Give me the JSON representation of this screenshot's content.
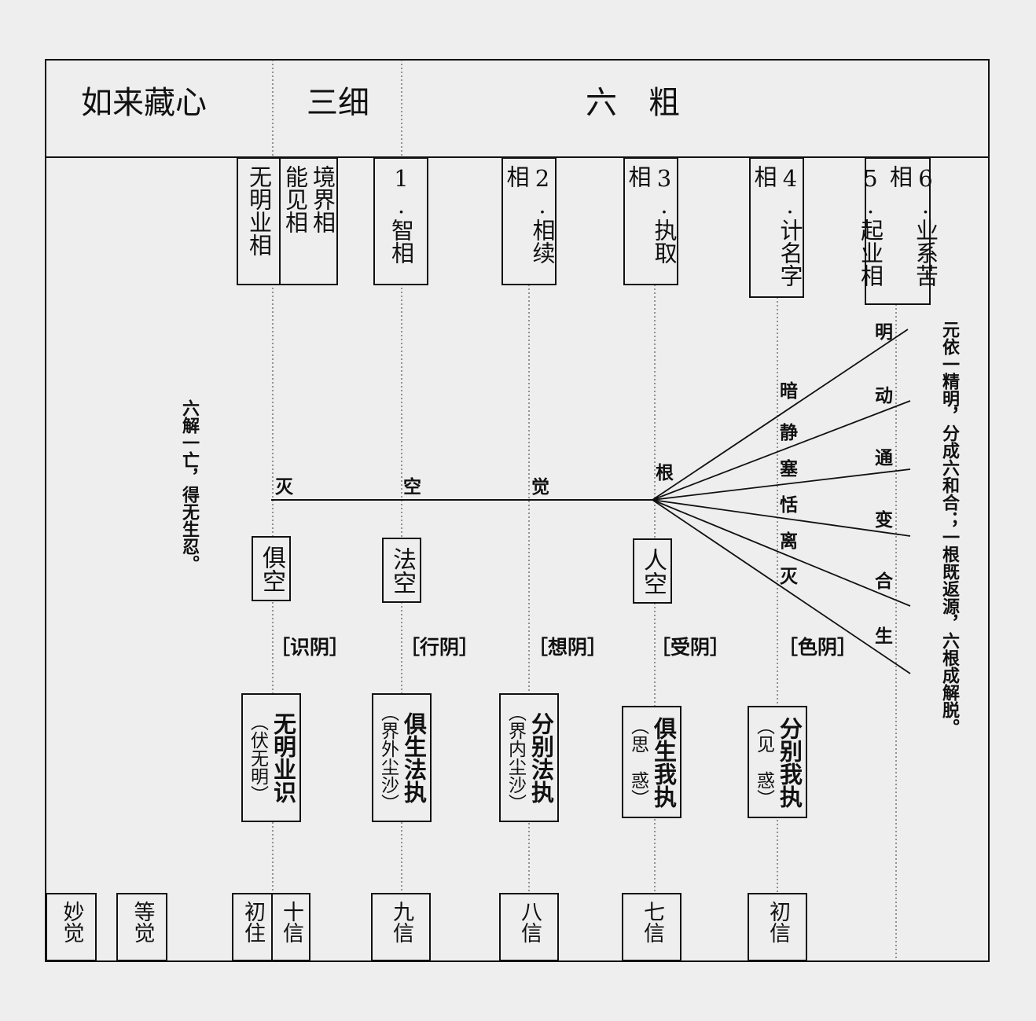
{
  "header": {
    "tathagatagarbha": "如来藏心",
    "three_subtle": "三细",
    "six_coarse": "六　粗"
  },
  "top_phases": {
    "ignorance_karma": "无明业相",
    "perceiver": "能见相",
    "object": "境界相",
    "wisdom": "1.智相",
    "continuity": "2.相续相",
    "grasping": "3.执取相",
    "naming": "4.计名字相",
    "karma_arising": "5.起业相",
    "karma_suffering": "6.业系苦相"
  },
  "emptiness": {
    "all_empty": "俱空",
    "dharma_empty": "法空",
    "self_empty": "人空"
  },
  "main_line": {
    "extinction": "灭",
    "emptiness": "空",
    "awareness": "觉",
    "root": "根"
  },
  "six_senses_outer": [
    "明",
    "动",
    "通",
    "变",
    "合",
    "生"
  ],
  "six_senses_inner": [
    "暗",
    "静",
    "塞",
    "恬",
    "离",
    "灭"
  ],
  "skandhas": [
    "［识阴］",
    "［行阴］",
    "［想阴］",
    "［受阴］",
    "［色阴］"
  ],
  "afflictions": [
    {
      "main": "无明业识",
      "note": "（伏无明）"
    },
    {
      "main": "俱生法执",
      "note": "（界外尘沙）"
    },
    {
      "main": "分别法执",
      "note": "（界内尘沙）"
    },
    {
      "main": "俱生我执",
      "note": "（思　惑）"
    },
    {
      "main": "分别我执",
      "note": "（见　惑）"
    }
  ],
  "stages": {
    "wonderful": "妙觉",
    "equal": "等觉",
    "first_abiding": "初住",
    "tenth_faith": "十信",
    "ninth_faith": "九信",
    "eighth_faith": "八信",
    "seventh_faith": "七信",
    "first_faith": "初信"
  },
  "left_text": "六解一亡，得无生忍。",
  "right_text": "元依一精明，分成六和合；一根既返源，六根成解脱。"
}
